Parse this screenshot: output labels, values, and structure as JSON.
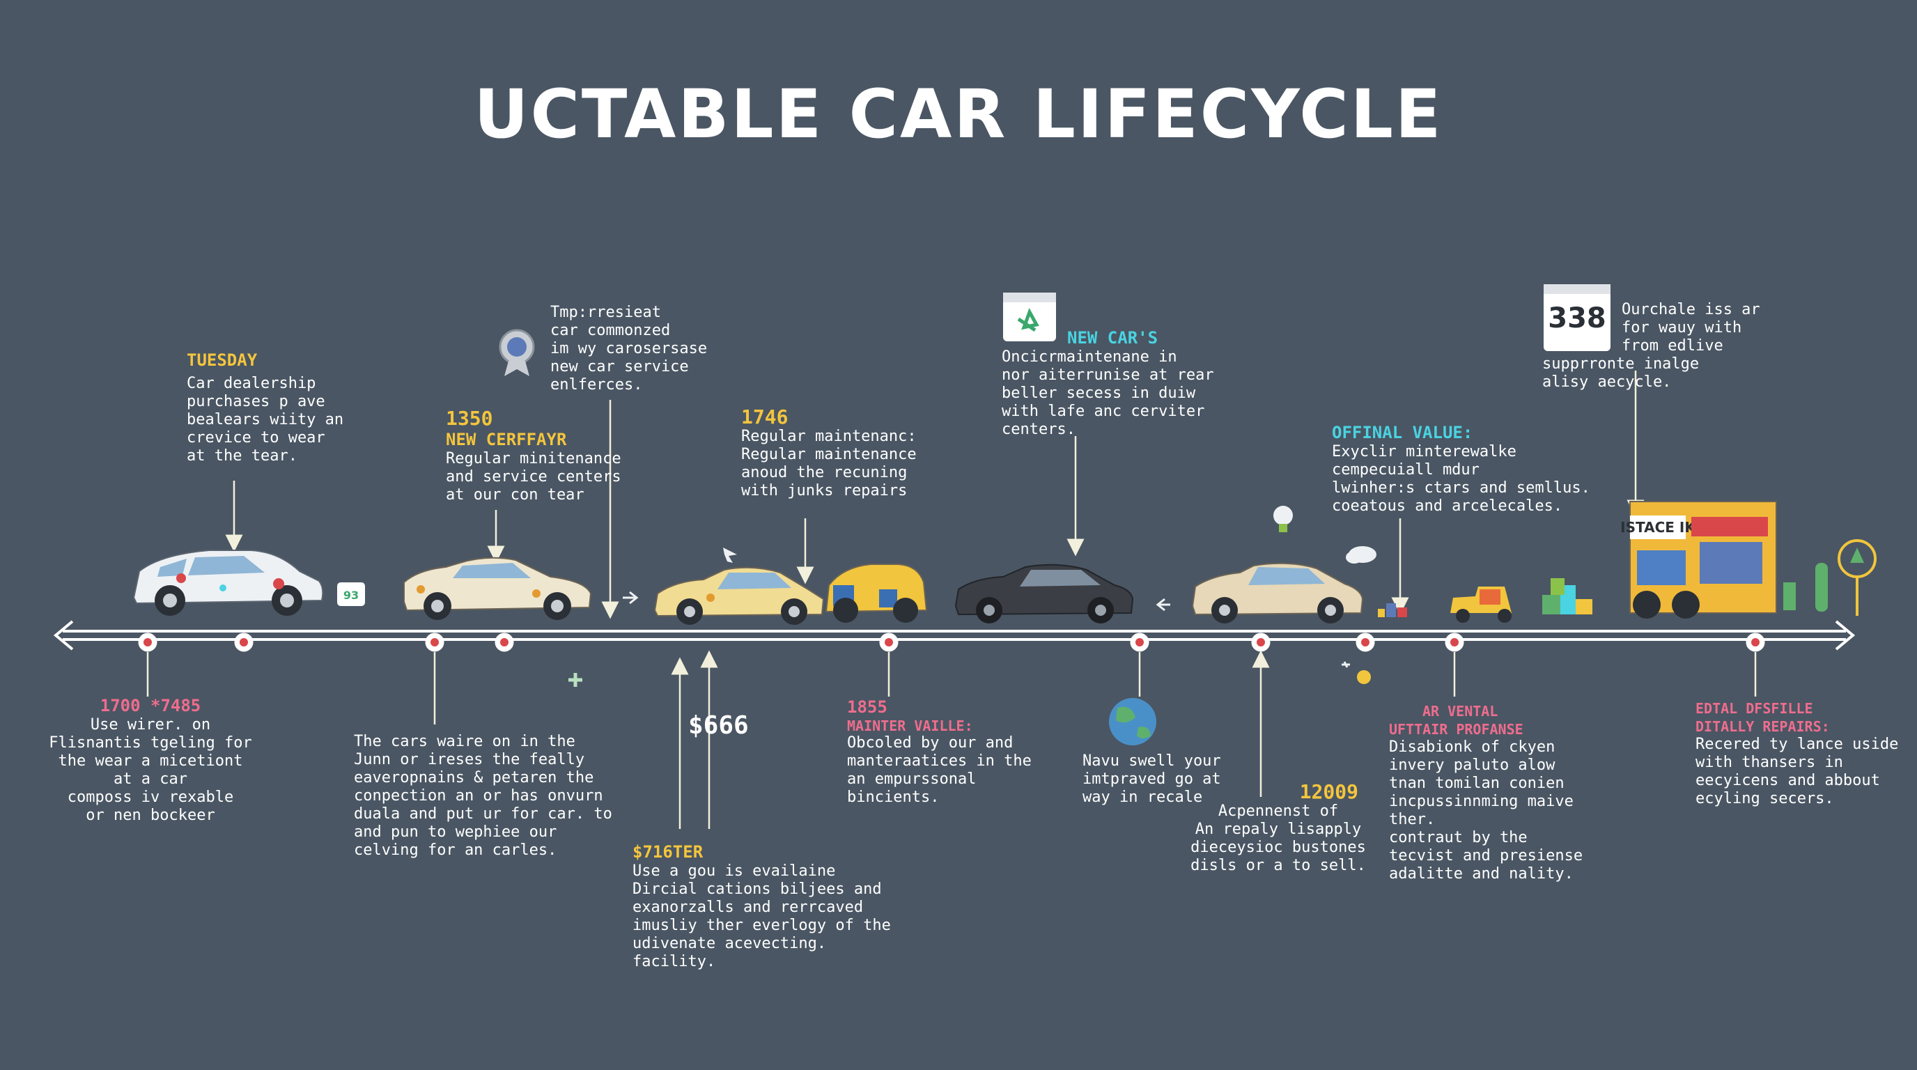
{
  "title": "UCTABLE CAR LIFECYCLE",
  "colors": {
    "background": "#4a5663",
    "accent_yellow": "#f4c53d",
    "accent_cyan": "#4ad3e2",
    "accent_pink": "#ef6d8e",
    "marker_red": "#d9474b"
  },
  "top_labels": [
    {
      "id": "tuesday",
      "heading": "TUESDAY",
      "color": "yellow",
      "lines": [
        "Car dealership",
        "purchases p ave",
        "bealears wiity an",
        "crevice to wear",
        "at  the tear."
      ]
    },
    {
      "id": "new-cerffayr",
      "number": "1350",
      "heading": "NEW CERFFAYR",
      "color": "yellow",
      "lines": [
        "Regular minitenance",
        "and service centers",
        "at our con tear"
      ]
    },
    {
      "id": "tmp",
      "heading": "",
      "lines": [
        "Tmp:rresieat",
        "car commonzed",
        "im wy carosersase",
        "new car service",
        "enlferces."
      ]
    },
    {
      "id": "1746",
      "number": "1746",
      "heading": "",
      "lines": [
        "Regular maintenanc:",
        "Regular maintenance",
        "anoud the recuning",
        "with junks repairs"
      ]
    },
    {
      "id": "new-cars",
      "heading": "NEW CAR'S",
      "color": "cyan",
      "lines": [
        "Oncicrmaintenane in",
        "nor aiterrunise at rear",
        "beller secess in duiw",
        "with lafe anc cerviter",
        "centers."
      ]
    },
    {
      "id": "offinal-value",
      "heading": "OFFINAL  VALUE:",
      "color": "cyan",
      "lines": [
        "Exyclir minterewalke",
        "cempecuiall mdur",
        "lwinher:s ctars and semllus.",
        "coeatous and arcelecales."
      ]
    },
    {
      "id": "338",
      "number": "338",
      "heading": "",
      "lines": [
        "Ourchale iss ar",
        "for wauy with",
        "from edlive",
        "supprronte inalge",
        "alisy aecycle."
      ]
    }
  ],
  "bottom_labels": [
    {
      "id": "1700",
      "heading": "1700 *7485",
      "color": "pink",
      "lines": [
        "Use wirer. on",
        "Flisnantis tgeling for",
        "the wear a micetiont",
        "at a car",
        "composs iv rexable",
        "or nen bockeer"
      ]
    },
    {
      "id": "cars-waire",
      "heading": "",
      "lines": [
        "The cars waire on in the",
        "Junn or ireses the feally",
        "eaveropnains & petaren the",
        "conpection an or has onvurn",
        "duala and put ur for car. to",
        "and pun to wephiee our",
        "celving for an carles."
      ]
    },
    {
      "id": "666",
      "heading": "$666",
      "color": "white",
      "lines": []
    },
    {
      "id": "716ter",
      "heading": "$716TER",
      "color": "yellow",
      "lines": [
        "Use a gou is evailaine",
        "Dircial cations biljees and",
        "exanorzalls and rerrcaved",
        "imusliy ther everlogy of the",
        "udivenate acevecting.",
        "facility."
      ]
    },
    {
      "id": "1855",
      "number": "1855",
      "heading": "MAINTER VAILLE:",
      "color": "pink",
      "lines": [
        "Obcoled by our and",
        "manteraatices in the",
        "an empurssonal",
        "bincients."
      ]
    },
    {
      "id": "navu",
      "heading": "",
      "lines": [
        "Navu swell your",
        "imtpraved go at",
        "way in recale"
      ]
    },
    {
      "id": "12009",
      "heading": "12009",
      "color": "yellow",
      "lines": [
        "Acpennenst of",
        "An repaly lisapply",
        "dieceysioc bustones",
        "disls or a to sell."
      ]
    },
    {
      "id": "ar-vental",
      "heading": "AR VENTAL",
      "subheading": "UFTTAIR PROFANSE",
      "color": "pink",
      "lines": [
        "Disabionk of ckyen",
        "invery paluto alow",
        "tnan tomilan conien",
        "incpussinnming maive",
        "ther.",
        "contraut by the",
        "tecvist and presiense",
        "adalitte and nality."
      ]
    },
    {
      "id": "edtal",
      "heading": "EDTAL DFSFILLE",
      "subheading": "DITALLY REPAIRS:",
      "color": "pink",
      "lines": [
        "Recered ty lance uside",
        "with thansers in",
        "eecyicens and abbout",
        "ecyling secers."
      ]
    }
  ],
  "icons": {
    "award": "award-ribbon-icon",
    "recycle": "recycle-calendar-icon",
    "calendar": "calendar-icon",
    "globe": "globe-icon",
    "store_sign": "ISTACE  IK"
  },
  "calendar_number": "338"
}
